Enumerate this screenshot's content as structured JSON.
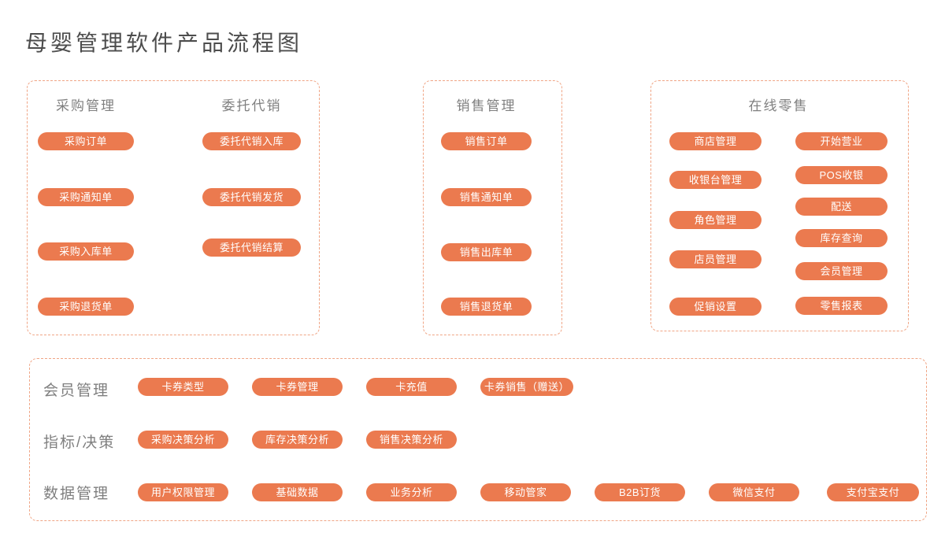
{
  "title": "母婴管理软件产品流程图",
  "colors": {
    "pill_bg": "#EB7A4F",
    "pill_text": "#FFFFFF",
    "box_border": "#F0A585",
    "heading_text": "#7F7F7F",
    "title_text": "#4D4D4D"
  },
  "boxes": {
    "purchase_consignment": {
      "columns": [
        {
          "header": "采购管理",
          "pills": [
            "采购订单",
            "采购通知单",
            "采购入库单",
            "采购退货单"
          ]
        },
        {
          "header": "委托代销",
          "pills": [
            "委托代销入库",
            "委托代销发货",
            "委托代销结算"
          ]
        }
      ]
    },
    "sales": {
      "header": "销售管理",
      "pills": [
        "销售订单",
        "销售通知单",
        "销售出库单",
        "销售退货单"
      ]
    },
    "online_retail": {
      "header": "在线零售",
      "columns": [
        {
          "pills": [
            "商店管理",
            "收银台管理",
            "角色管理",
            "店员管理",
            "促销设置"
          ]
        },
        {
          "pills": [
            "开始营业",
            "POS收银",
            "配送",
            "库存查询",
            "会员管理",
            "零售报表"
          ]
        }
      ]
    }
  },
  "bottom_panel": {
    "rows": [
      {
        "label": "会员管理",
        "pills": [
          "卡券类型",
          "卡券管理",
          "卡充值",
          "卡券销售（赠送）"
        ]
      },
      {
        "label": "指标/决策",
        "pills": [
          "采购决策分析",
          "库存决策分析",
          "销售决策分析"
        ]
      },
      {
        "label": "数据管理",
        "pills": [
          "用户权限管理",
          "基础数据",
          "业务分析",
          "移动管家",
          "B2B订货",
          "微信支付",
          "支付宝支付"
        ]
      }
    ]
  }
}
